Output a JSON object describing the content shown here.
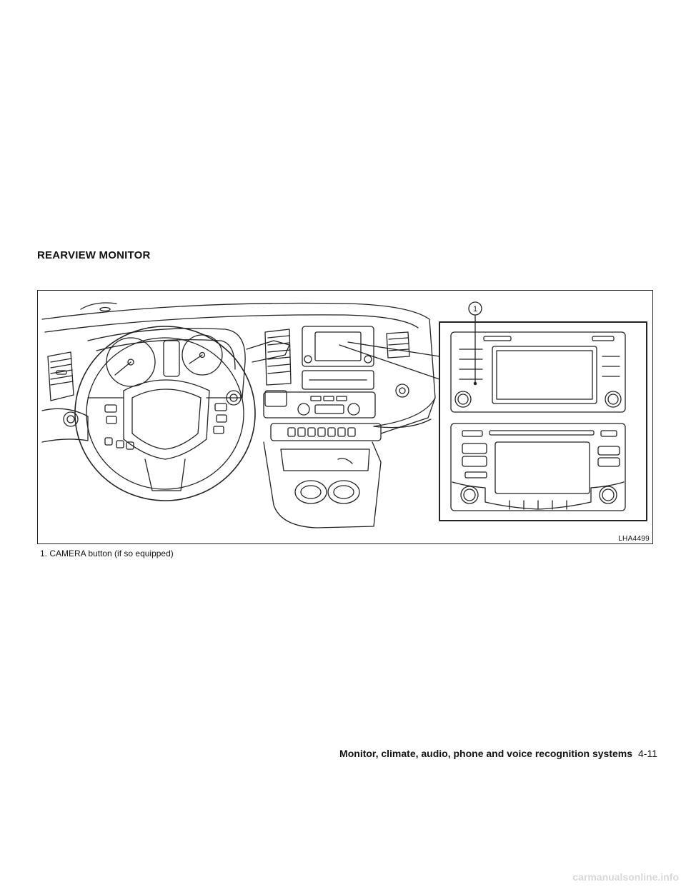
{
  "section": {
    "title": "REARVIEW MONITOR"
  },
  "figure": {
    "code": "LHA4499",
    "callout_number": "1"
  },
  "caption": {
    "text": "1.  CAMERA button (if so equipped)"
  },
  "footer": {
    "chapter": "Monitor, climate, audio, phone and voice recognition systems",
    "page": "4-11"
  },
  "watermark": {
    "text": "carmanualsonline.info"
  }
}
